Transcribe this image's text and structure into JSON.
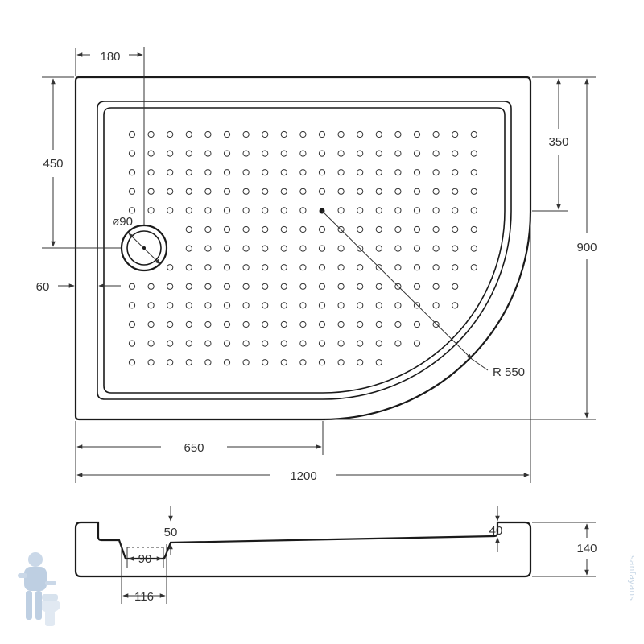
{
  "plan": {
    "dims": {
      "d180": "180",
      "d450": "450",
      "d350": "350",
      "d900": "900",
      "d60": "60",
      "d650": "650",
      "d1200": "1200",
      "drain": "ø90",
      "radius": "R 550"
    }
  },
  "section": {
    "dims": {
      "d50": "50",
      "d40": "40",
      "d140": "140",
      "d90": "90",
      "d116": "116"
    }
  },
  "watermark": {
    "icon": "plumber-mascot-icon",
    "text": "sanfayans"
  }
}
